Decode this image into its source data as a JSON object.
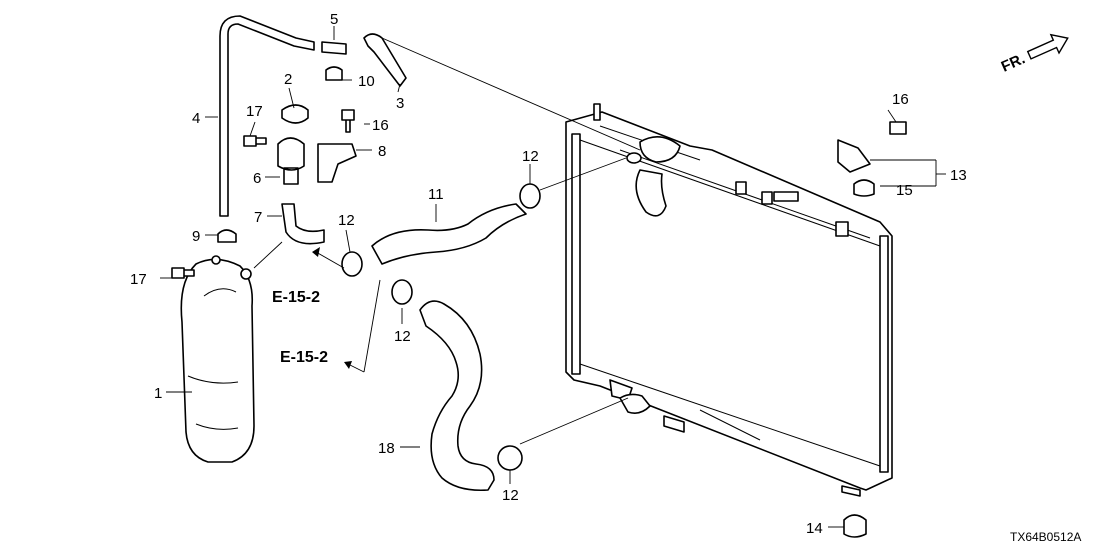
{
  "diagram": {
    "callouts": {
      "c1": "1",
      "c2": "2",
      "c3": "3",
      "c4": "4",
      "c5": "5",
      "c6": "6",
      "c7": "7",
      "c8": "8",
      "c9": "9",
      "c10": "10",
      "c11": "11",
      "c12a": "12",
      "c12b": "12",
      "c12c": "12",
      "c12d": "12",
      "c13": "13",
      "c14": "14",
      "c15": "15",
      "c16a": "16",
      "c16b": "16",
      "c17a": "17",
      "c17b": "17",
      "c18": "18"
    },
    "refs": {
      "upper": "E-15-2",
      "lower": "E-15-2"
    },
    "direction_label": "FR.",
    "figure_code": "TX64B0512A"
  }
}
